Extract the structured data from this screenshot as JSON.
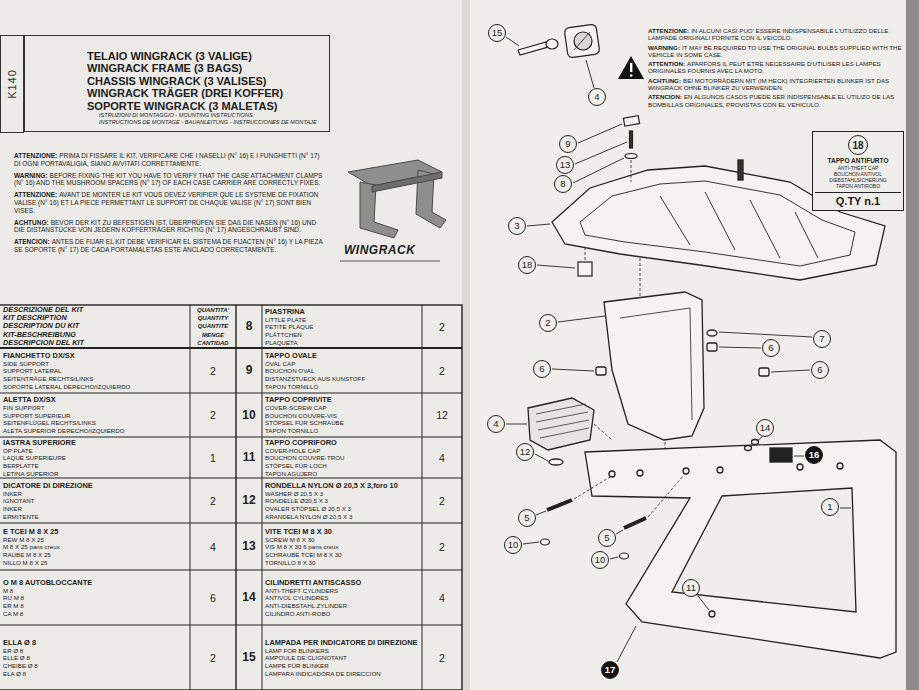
{
  "diagram": {
    "nodes": [
      {
        "text": [
          "K140"
        ]
      },
      {
        "text": [
          "TELAIO WINGRACK (3 VALIGE)",
          "WINGRACK FRAME (3 BAGS)",
          "CHASSIS WINGRACK (3 VALISES)",
          "WINGRACK TRÄGER (DREI KOFFER)",
          "SOPORTE WINGRACK (3 MALETAS)",
          "ISTRUZIONI DI MONTAGGIO - MOUNTING INSTRUCTIONS",
          "INSTRUCTIONS DE MONTAGE - BAUANLEITUNG - INSTRUCCIONES DE MONTAJE"
        ]
      },
      {
        "text": [
          "TAPPO ANTIFURTO",
          "ANTI-THEFT CAP",
          "BOUCHON ANTIVOL",
          "DIEBSTAHLSICHERUNG",
          "TAPON ANTIROBO",
          "Q.TY n.1"
        ]
      },
      {
        "text": [
          "18"
        ],
        "in": 2
      },
      {
        "text": [
          "15"
        ]
      },
      {
        "text": [
          "4"
        ]
      },
      {
        "text": [
          "9"
        ]
      },
      {
        "text": [
          "13"
        ]
      },
      {
        "text": [
          "8"
        ]
      },
      {
        "text": [
          "3"
        ]
      },
      {
        "text": [
          "18"
        ]
      },
      {
        "text": [
          "2"
        ]
      },
      {
        "text": [
          "7"
        ]
      },
      {
        "text": [
          "6"
        ]
      },
      {
        "text": [
          "6"
        ]
      },
      {
        "text": [
          "6"
        ]
      },
      {
        "text": [
          "4"
        ]
      },
      {
        "text": [
          "14"
        ]
      },
      {
        "text": [
          "12"
        ]
      },
      {
        "text": [
          "16"
        ]
      },
      {
        "text": [
          "1"
        ]
      },
      {
        "text": [
          "5"
        ]
      },
      {
        "text": [
          "5"
        ]
      },
      {
        "text": [
          "10"
        ]
      },
      {
        "text": [
          "10"
        ]
      },
      {
        "text": [
          "11"
        ]
      },
      {
        "text": [
          "17"
        ]
      }
    ],
    "labels": [
      "ATTENZIONE:",
      "PRIMA DI FISSARE IL KIT, VERIFICARE CHE I NASELLI (N° 16) E I FUNGHETTI (N° 17) DI OGNI PORTAVALIGIA, SIANO AVVITATI CORRETTAMENTE.",
      "WARNING:",
      "BEFORE FIXING THE KIT YOU HAVE TO VERIFY THAT THE CASE ATTACHMENT CLAMPS (N° 16) AND THE MUSHROOM SPACERS (N° 17) OF EACH CASE CARRIER ARE CORRECTLY FIXES.",
      "ATTENZIONE:",
      "AVANT DE MONTER LE KIT VOUS DEVEZ VERIFIER QUE LE SYSTEME DE FIXATION VALISE (N° 16) ET LA PIECE PERMETTANT LE SUPPORT DE CHAQUE VALISE (N° 17) SONT BIEN VISES.",
      "ACHTUNG:",
      "BEVOR DER KIT ZU BEFESTIGEN IST, ÜBERPRÜFEN SIE DAß DIE NASEN (N° 16) UND DIE DISTANSTÜCKE VON JEDERN KOFFERTRÄGER RICHTIG (N° 17) ANGESCHRAUBT SIND.",
      "ATENCION:",
      "ANTES DE FIJAR EL KIT DEBE VERIFICAR EL SISTEMA DE FIJACTEN (N° 16) Y LA PIEZA SE SOPORTE (N° 17) DE CADA PORTAMALETAS ESTE ANCLADO CORRECTAMENTE.",
      "WINGRACK",
      "ATTENZIONE:",
      "IN ALCUNI CASI PUO' ESSERE INDISPENSABILE L'UTILIZZO DELLE LAMPADE ORIGINALI FORNITE CON IL VEICOLO.",
      "WARNING:",
      "IT MAY BE REQUIRED TO USE THE ORIGINAL BULBS SUPPLIED WITH THE VEHICLE IN SOME CASE.",
      "ATTENTION:",
      "APARFORS IL PEUT ETRE NECESSAIRE D'UTILISER LES LAMPES ORIGINALES FOURNIS AVEC LA MOTO.",
      "ACHTUNG:",
      "BEI MOTORRÄDERN MIT (IM HECK) INTEGRIERTEN BLINKER IST DAS WINGRACK OHNE BLINKER ZU VERWENDEN.",
      "ATENCION:",
      "EN ALGUNOS CASOS PUEDE SER INDISPENSABLE EL UTILIZO DE LAS BOMBILLAS ORIGINALES, PROVISTAS CON EL VEHICULO.",
      "DESCRIZIONE DEL KIT",
      "KIT DESCRIPTION",
      "DESCRIPTION DU KIT",
      "KIT-BESCHREIBUNG",
      "DESCRIPCION DEL KIT",
      "QUANTITA'",
      "QUANTITY",
      "QUANTITE",
      "MENGE",
      "CANTIDAD",
      "8",
      "PIASTRINA",
      "LITTLE PLATE",
      "PETITE PLAQUE",
      "PLÄTTCHEN",
      "PLAQUETA",
      "2",
      "FIANCHETTO DX/SX",
      "SIDE SUPPORT",
      "SUPPORT LATERAL",
      "SEITENTRÄGE RECHTS/LINKS",
      "SOPORTE LATERAL DERECHO/IZQUIERDO",
      "2",
      "9",
      "TAPPO OVALE",
      "OVAL CAP",
      "BOUCHON OVAL",
      "DISTANZSTUECK AUS KUNSTOFF",
      "TAPON TORNILLO",
      "2",
      "ALETTA DX/SX",
      "FIN SUPPORT",
      "SUPPORT SUPERIEUR",
      "SEITENFLÜGEL RECHTS/LINKS",
      "ALETA SUPERIOR DERECHO/IZQUIERDO",
      "2",
      "10",
      "TAPPO COPRIVITE",
      "COVER-SCREW CAP",
      "BOUCHON COUVRE-VIS",
      "STÖPSEL FÜR SCHRAUBE",
      "TAPON TORNILLO",
      "12",
      "IASTRA SUPERIORE",
      "OP PLATE",
      "LAQUE SUPERIEURE",
      "BERPLATTE",
      "LETINA SUPERIOR",
      "1",
      "11",
      "TAPPO COPRIFORO",
      "COVER-HOLE CAP",
      "BOUCHON COUVRE-TROU",
      "STÖPSEL FÜR LOCH",
      "TAPON AGUJERO",
      "4",
      "DICATORE DI DIREZIONE",
      "INKER",
      "IGNOTANT",
      "INKER",
      "ERMITENTE",
      "2",
      "12",
      "RONDELLA NYLON Ø 20,5 X 3,foro 10",
      "WASHER Ø 20,5 X 3",
      "RONDELLE Ø20,5 X 3",
      "OVALER STÖPSEL Ø 20,5 X 3",
      "ARANDELA NYLON Ø 20,5 X 3",
      "2",
      "E TCEI M 8 X 25",
      "REW M 8 X 25",
      "M 8 X 25 pans creux",
      "RAUBE M 8 X 25",
      "NILLO M 8 X 25",
      "4",
      "13",
      "VITE TCEI M 8 X 30",
      "SCREW M 8 X 30",
      "VIS M 8 X 30 6 pans creux",
      "SCHRAUBE TCEI M 8 X 30",
      "TORNILLO 8 X 30",
      "2",
      "O M 8 AUTOBLOCCANTE",
      "M 8",
      "RU M 8",
      "ER M 8",
      "CA M 8",
      "6",
      "14",
      "CILINDRETTI ANTISCASSO",
      "ANTI-THEFT CYLINDERS",
      "ANTIVOL CYLINDRES",
      "ANTI-DIEBSTAHL ZYLINDER",
      "CILINDRO ANTI-ROBO",
      "4",
      "ELLA Ø 8",
      "ER Ø 8",
      "ELLE Ø 8",
      "CHEIBE Ø 8",
      "ELA Ø 8",
      "2",
      "15",
      "LAMPADA PER INDICATORE DI DIREZIONE",
      "LAMP FOR BLINKERS",
      "AMPOULE DE CLIGNOTANT",
      "LAMPE FÜR BLINKER",
      "LAMPARA INDICADORA DE DIRECCION",
      "2"
    ]
  }
}
